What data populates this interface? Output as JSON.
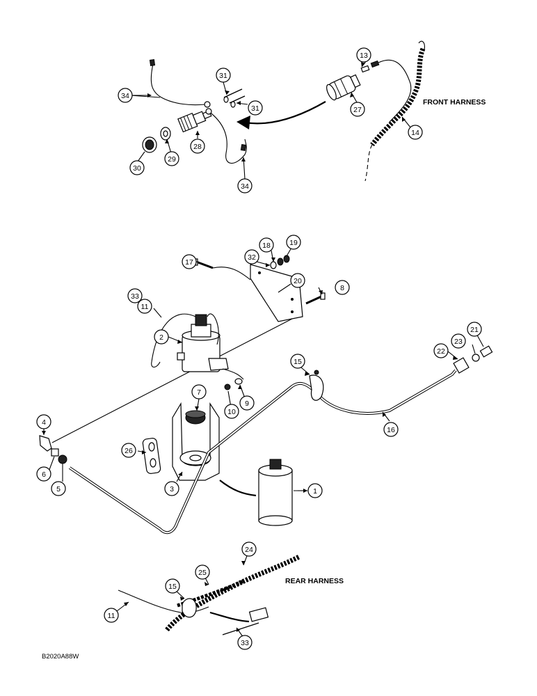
{
  "labels": {
    "front_harness": "FRONT HARNESS",
    "rear_harness": "REAR HARNESS",
    "figure_code": "B2020A88W"
  },
  "callouts": [
    "34",
    "31",
    "31",
    "13",
    "27",
    "14",
    "28",
    "29",
    "30",
    "34",
    "18",
    "19",
    "32",
    "17",
    "20",
    "8",
    "33",
    "11",
    "2",
    "7",
    "9",
    "10",
    "15",
    "22",
    "23",
    "21",
    "4",
    "26",
    "16",
    "6",
    "5",
    "3",
    "1",
    "24",
    "25",
    "15",
    "11",
    "33"
  ]
}
